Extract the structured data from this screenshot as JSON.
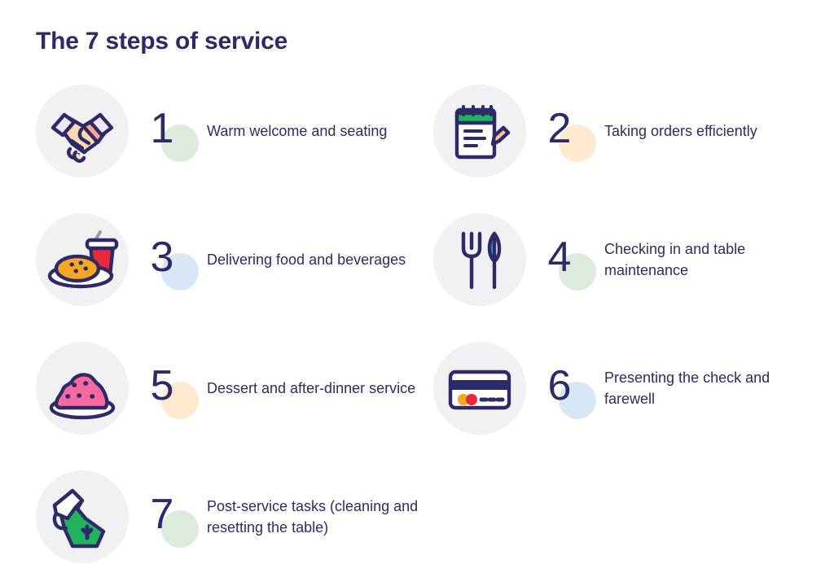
{
  "header": {
    "title": "The 7 steps of service"
  },
  "colors": {
    "ink": "#2d2a68",
    "text": "#2f2b63",
    "disc_bg": "#f1f1f3",
    "accent_green": "#dcebdc",
    "accent_peach": "#fdeacf",
    "accent_blue": "#d8e7f6",
    "green": "#22b35e",
    "red": "#e8283c",
    "orange": "#f5a623",
    "pink": "#f9699f",
    "blue": "#3aa5e0",
    "peach_light": "#ffd9b0",
    "salmon": "#fba98a"
  },
  "steps": [
    {
      "number": "1",
      "label": "Warm welcome and seating",
      "icon": "handshake-icon",
      "accent": "green"
    },
    {
      "number": "2",
      "label": "Taking orders efficiently",
      "icon": "notepad-pencil-icon",
      "accent": "peach"
    },
    {
      "number": "3",
      "label": "Delivering food and beverages",
      "icon": "food-and-drink-icon",
      "accent": "blue"
    },
    {
      "number": "4",
      "label": "Checking in and table maintenance",
      "icon": "fork-and-knife-icon",
      "accent": "green"
    },
    {
      "number": "5",
      "label": "Dessert and after-dinner service",
      "icon": "dessert-plate-icon",
      "accent": "peach"
    },
    {
      "number": "6",
      "label": "Presenting the check and farewell",
      "icon": "credit-card-icon",
      "accent": "blue"
    },
    {
      "number": "7",
      "label": "Post-service tasks (cleaning and resetting the table)",
      "icon": "spray-bottle-icon",
      "accent": "green"
    }
  ]
}
